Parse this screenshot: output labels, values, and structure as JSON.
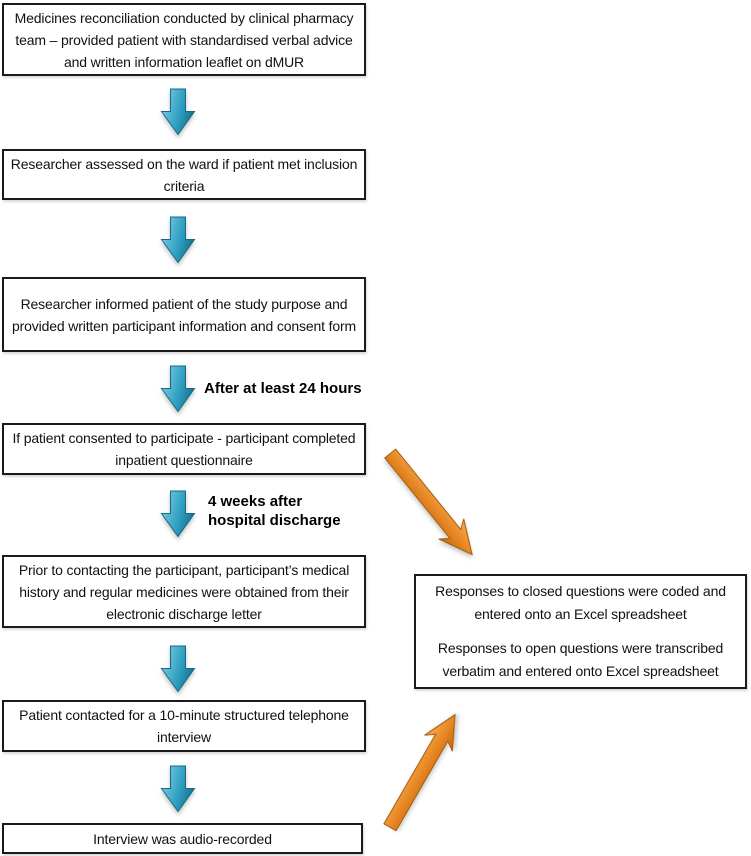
{
  "diagram": {
    "steps": [
      "Medicines reconciliation conducted by clinical pharmacy team – provided patient with standardised verbal advice and written information leaflet on dMUR",
      "Researcher assessed on the ward if patient met inclusion criteria",
      "Researcher informed patient of the study purpose and provided written participant information and consent form",
      "If patient consented to participate - participant completed inpatient questionnaire",
      "Prior to contacting the participant, participant’s medical history and regular medicines were obtained from their electronic discharge letter",
      "Patient contacted for a 10-minute structured telephone interview",
      "Interview was audio-recorded"
    ],
    "arrow_labels": {
      "after_24_hours": "After at least 24 hours",
      "four_weeks": "4 weeks after\nhospital discharge"
    },
    "side_box": {
      "paragraphs": [
        "Responses to closed questions were coded and entered onto an Excel spreadsheet",
        "Responses to open questions were transcribed verbatim and entered onto Excel spreadsheet"
      ]
    },
    "colors": {
      "background": "#ffffff",
      "box_border": "#1a1a1a",
      "text": "#111111",
      "blue_arrow_light": "#a9e0ed",
      "blue_arrow_mid": "#2f9fc1",
      "blue_arrow_dark": "#1a7795",
      "orange_arrow_light": "#f6ae55",
      "orange_arrow_mid": "#e2821f",
      "orange_arrow_dark": "#bd6712"
    }
  }
}
